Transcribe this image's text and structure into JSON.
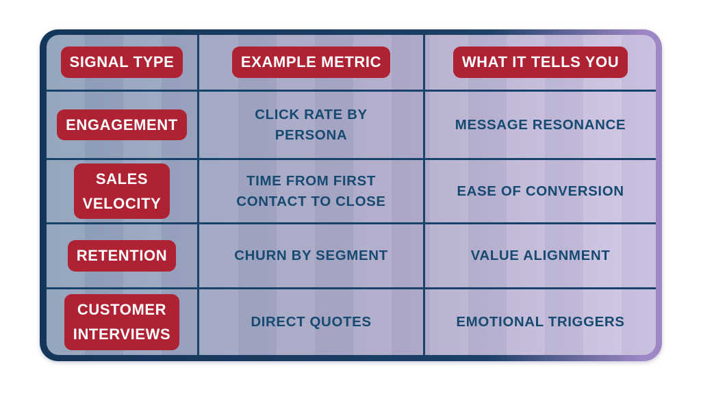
{
  "chart_data": {
    "type": "table",
    "title": "",
    "columns": [
      "SIGNAL TYPE",
      "EXAMPLE METRIC",
      "WHAT IT TELLS YOU"
    ],
    "rows": [
      [
        "ENGAGEMENT",
        "CLICK RATE BY PERSONA",
        "MESSAGE RESONANCE"
      ],
      [
        "SALES VELOCITY",
        "TIME FROM FIRST CONTACT TO CLOSE",
        "EASE OF CONVERSION"
      ],
      [
        "RETENTION",
        "CHURN BY SEGMENT",
        "VALUE ALIGNMENT"
      ],
      [
        "CUSTOMER INTERVIEWS",
        "DIRECT QUOTES",
        "EMOTIONAL TRIGGERS"
      ]
    ]
  },
  "display": {
    "headers": [
      "SIGNAL TYPE",
      "EXAMPLE METRIC",
      "WHAT IT TELLS YOU"
    ],
    "rows": [
      {
        "signal": "ENGAGEMENT",
        "metric": "CLICK RATE BY\nPERSONA",
        "tells": "MESSAGE RESONANCE"
      },
      {
        "signal": "SALES\nVELOCITY",
        "metric": "TIME FROM FIRST\nCONTACT TO CLOSE",
        "tells": "EASE OF CONVERSION"
      },
      {
        "signal": "RETENTION",
        "metric": "CHURN BY SEGMENT",
        "tells": "VALUE ALIGNMENT"
      },
      {
        "signal": "CUSTOMER\nINTERVIEWS",
        "metric": "DIRECT QUOTES",
        "tells": "EMOTIONAL TRIGGERS"
      }
    ]
  },
  "colors": {
    "highlight_red": "#af2233",
    "text_navy": "#164a71",
    "grid_navy": "#17426a",
    "border_navy": "#15365b",
    "border_purple": "#9d87c4",
    "bg_left": "#8fa2bb",
    "bg_right": "#d1c6e5"
  }
}
